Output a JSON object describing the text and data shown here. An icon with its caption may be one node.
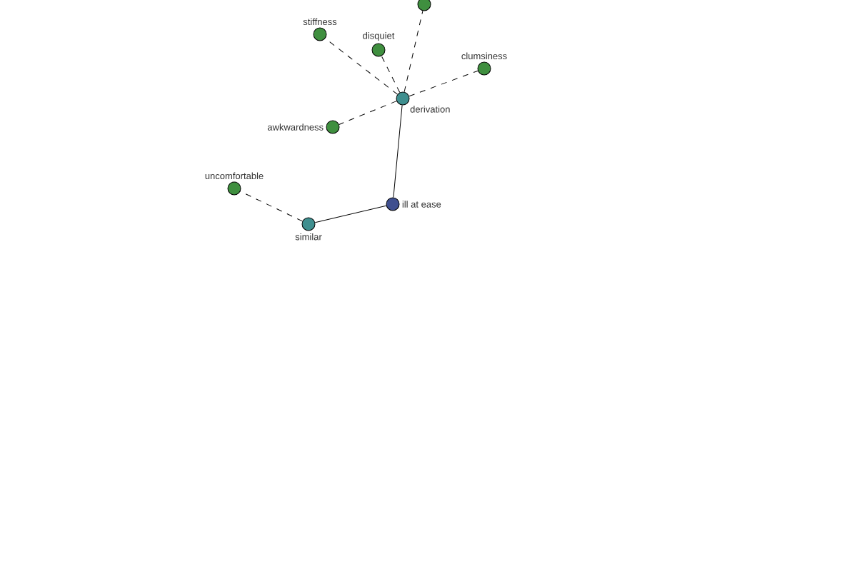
{
  "diagram": {
    "nodes": [
      {
        "text": [
          "ill at ease"
        ]
      },
      {
        "text": [
          "derivation"
        ]
      },
      {
        "text": [
          "similar"
        ]
      },
      {
        "text": [
          "stiffness"
        ]
      },
      {
        "text": [
          "disquiet"
        ]
      },
      {
        "text": [],
        "shape": "circle"
      },
      {
        "text": [
          "clumsiness"
        ]
      },
      {
        "text": [
          "awkwardness"
        ]
      },
      {
        "text": [
          "uncomfortable"
        ]
      }
    ],
    "edges": [
      {
        "from": 0,
        "to": 1,
        "arrow": "none"
      },
      {
        "from": 0,
        "to": 2,
        "arrow": "none"
      },
      {
        "from": 1,
        "to": 3,
        "arrow": "none",
        "style": "dashed"
      },
      {
        "from": 1,
        "to": 4,
        "arrow": "none",
        "style": "dashed"
      },
      {
        "from": 1,
        "to": 5,
        "arrow": "none",
        "style": "dashed"
      },
      {
        "from": 1,
        "to": 6,
        "arrow": "none",
        "style": "dashed"
      },
      {
        "from": 1,
        "to": 7,
        "arrow": "none",
        "style": "dashed"
      },
      {
        "from": 2,
        "to": 8,
        "arrow": "none",
        "style": "dashed"
      }
    ]
  }
}
